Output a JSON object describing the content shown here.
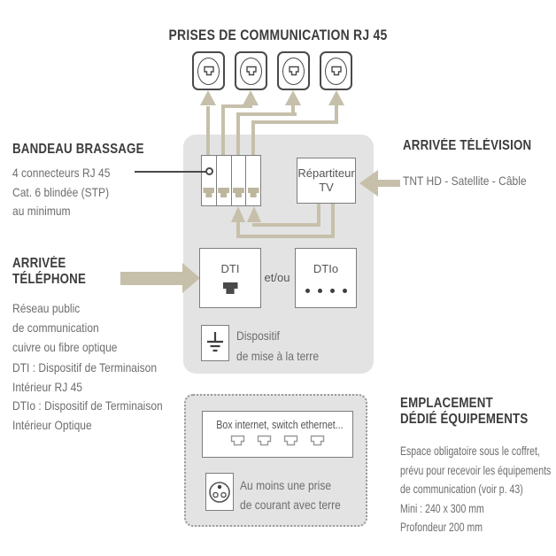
{
  "title": "PRISES DE COMMUNICATION RJ 45",
  "colors": {
    "accent_beige": "#c6c0ab",
    "panel_gray": "#e3e3e3",
    "heading_text": "#3c3c3c",
    "body_text": "#6e6e6e"
  },
  "labels": {
    "bandeau": {
      "heading": "BANDEAU BRASSAGE",
      "lines": [
        "4 connecteurs RJ 45",
        "Cat. 6 blindée (STP)",
        "au minimum"
      ]
    },
    "telephone": {
      "heading_line1": "ARRIVÉE",
      "heading_line2": "TÉLÉPHONE",
      "lines": [
        "Réseau public",
        "de communication",
        "cuivre ou fibre optique"
      ],
      "glossary": [
        "DTI : Dispositif de Terminaison",
        "Intérieur RJ 45",
        "DTIo : Dispositif de Terminaison",
        "Intérieur Optique"
      ]
    },
    "television": {
      "heading": "ARRIVÉE TÉLÉVISION",
      "subtitle": "TNT HD - Satellite - Câble"
    },
    "emplacement": {
      "heading_line1": "EMPLACEMENT",
      "heading_line2": "DÉDIÉ ÉQUIPEMENTS",
      "lines": [
        "Espace obligatoire sous le coffret,",
        "prévu pour recevoir les équipements",
        "de communication (voir p. 43)",
        "Mini : 240 x 300 mm",
        "Profondeur 200 mm"
      ]
    }
  },
  "coffret": {
    "repartiteur_line1": "Répartiteur",
    "repartiteur_line2": "TV",
    "dti": "DTI",
    "et_ou": "et/ou",
    "dtio": "DTIo",
    "terre_line1": "Dispositif",
    "terre_line2": "de mise à la terre"
  },
  "zone_equipements": {
    "box_label": "Box internet, switch ethernet...",
    "prise_line1": "Au moins une prise",
    "prise_line2": "de courant avec terre"
  }
}
